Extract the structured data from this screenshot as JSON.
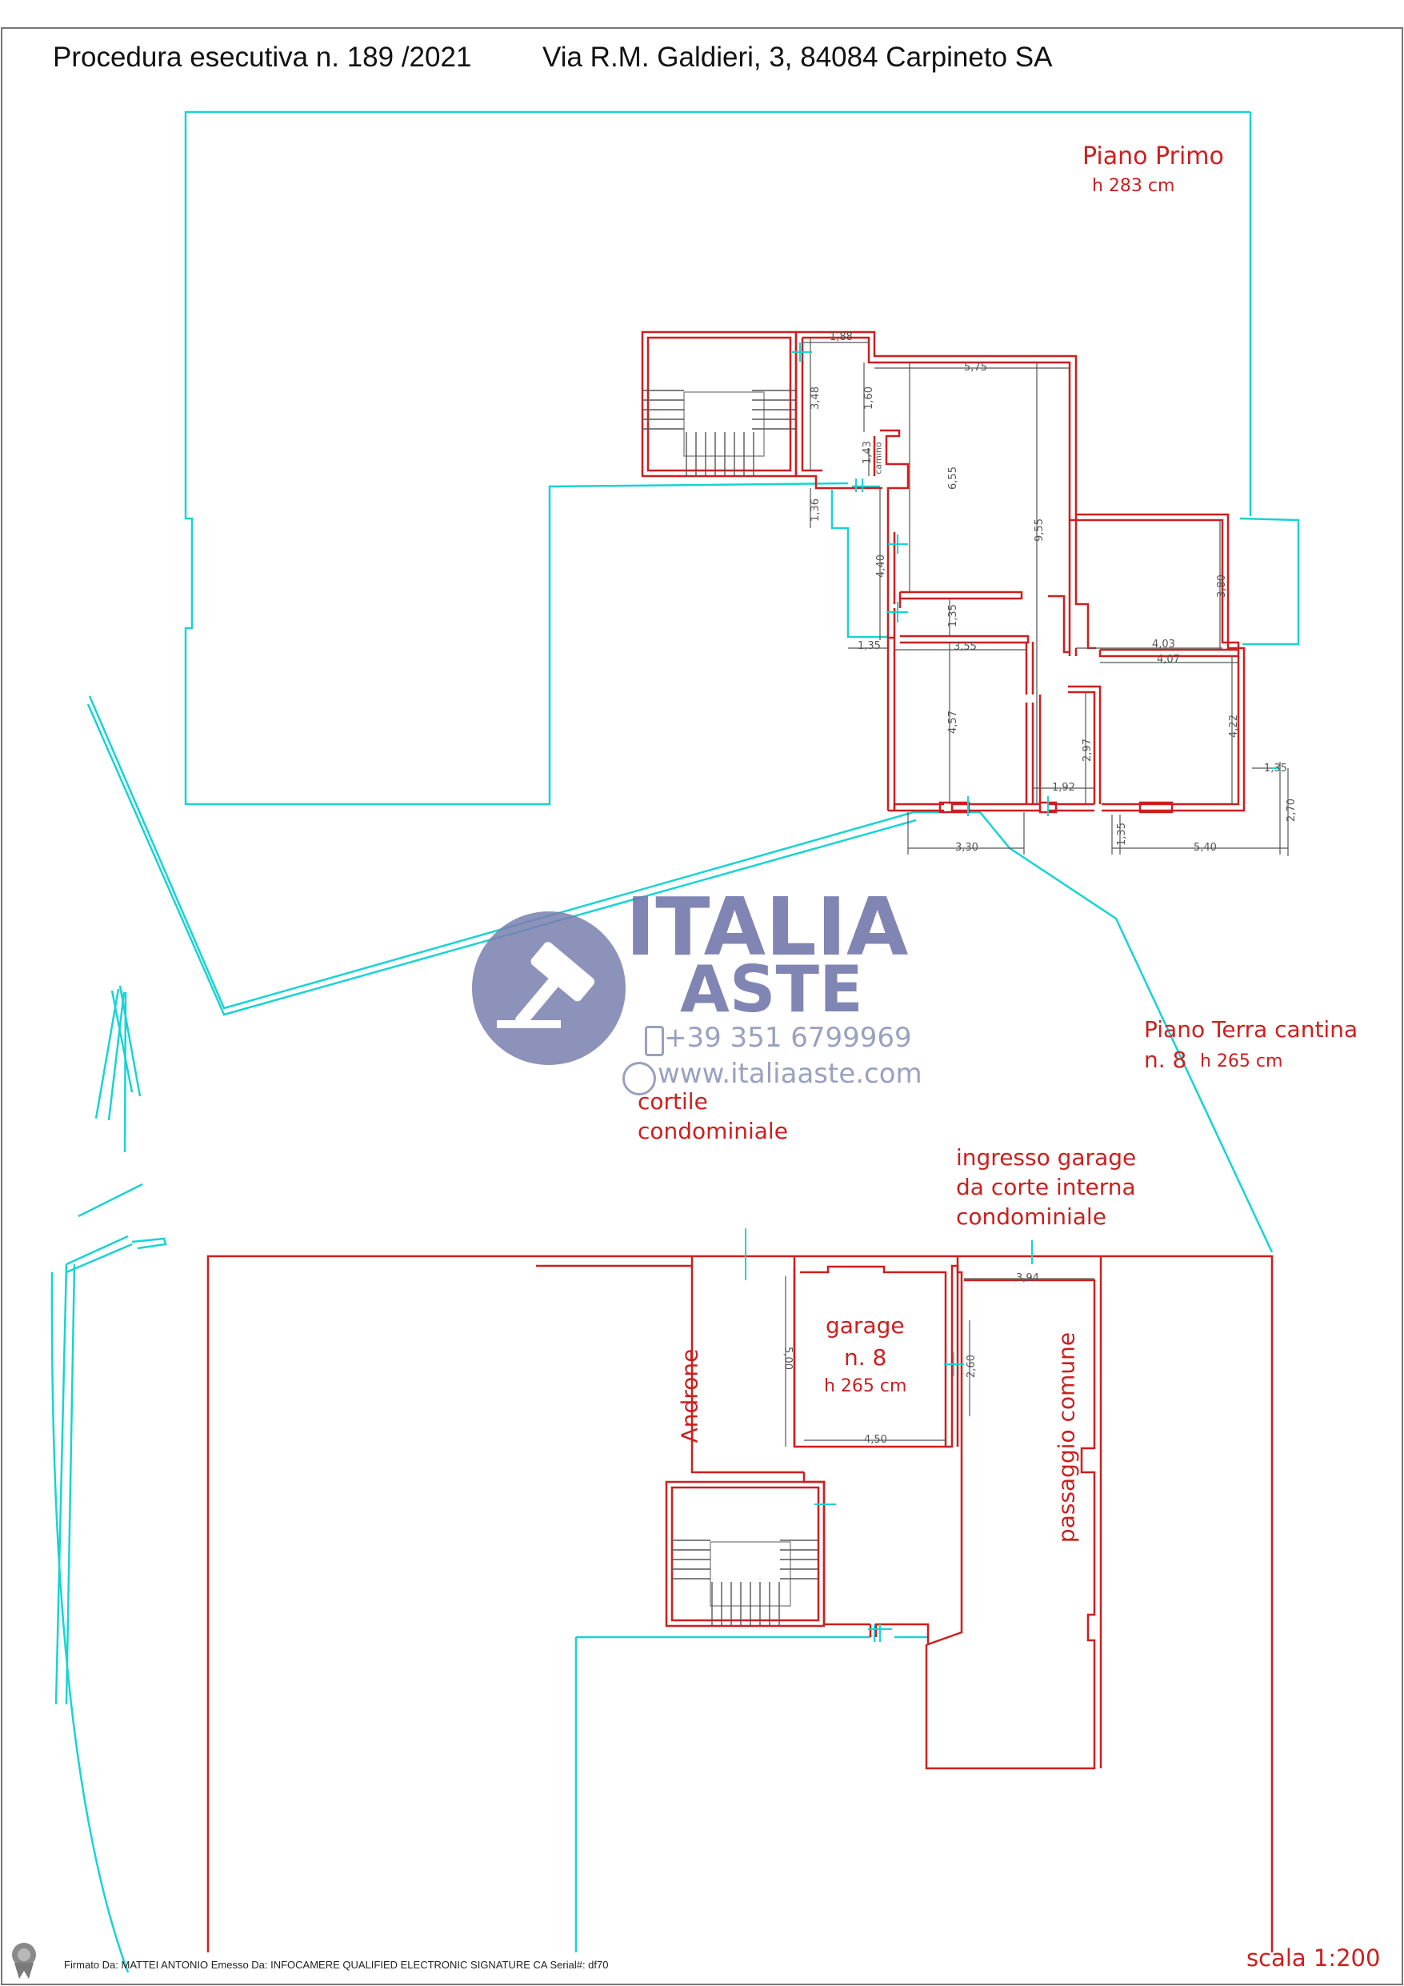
{
  "header": {
    "procedure": "Procedura esecutiva n. 189 /2021",
    "address": "Via R.M. Galdieri, 3, 84084 Carpineto SA"
  },
  "floors": {
    "first": {
      "name": "Piano Primo",
      "height": "h 283 cm"
    },
    "ground_cellar": {
      "name": "Piano Terra cantina",
      "number": "n. 8",
      "height": "h 265 cm"
    }
  },
  "areas": {
    "courtyard_line1": "cortile",
    "courtyard_line2": "condominiale",
    "entrance_line1": "ingresso garage",
    "entrance_line2": "da corte interna",
    "entrance_line3": "condominiale",
    "garage_name": "garage",
    "garage_number": "n. 8",
    "garage_height": "h 265 cm",
    "androne": "Androne",
    "passaggio": "passaggio comune",
    "camino": "camino"
  },
  "dimensions": {
    "d188": "1,88",
    "d348": "3,48",
    "d160": "1,60",
    "d575": "5,75",
    "d143": "1,43",
    "d655": "6,55",
    "d955": "9,55",
    "d136": "1,36",
    "d440": "4,40",
    "d135a": "1,35",
    "d135b": "1,35",
    "d355": "3,55",
    "d380": "3,80",
    "d403": "4,03",
    "d407": "4,07",
    "d457": "4,57",
    "d297": "2,97",
    "d422": "4,22",
    "d192": "1,92",
    "d135c": "1,35",
    "d270": "2,70",
    "d135d": "1,35",
    "d540": "5,40",
    "d330": "3,30",
    "d394": "3,94",
    "d500": "5,00",
    "d260": "2,60",
    "d450": "4,50"
  },
  "scale": "scala 1:200",
  "watermark": {
    "line1": "ITALIA",
    "line2": "ASTE",
    "phone": "+39 351 6799969",
    "website": "www.italiaaste.com"
  },
  "footer": "Firmato Da: MATTEI ANTONIO Emesso Da: INFOCAMERE QUALIFIED ELECTRONIC SIGNATURE CA Serial#: df70",
  "colors": {
    "wall": "#cc1f1f",
    "boundary": "#19d3d3",
    "watermark": "#6f74a8",
    "dimension": "#555555"
  }
}
